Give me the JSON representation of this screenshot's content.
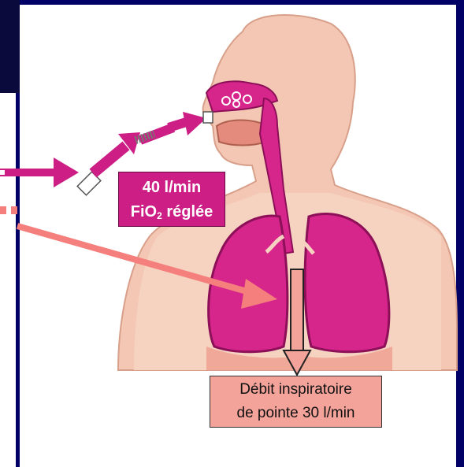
{
  "labels": {
    "flow_line1": "40 l/min",
    "flow_fio2_prefix": "FiO",
    "flow_fio2_sub": "2",
    "flow_fio2_suffix": " réglée",
    "peak_line1": "Débit inspiratoire",
    "peak_line2": "de pointe 30 l/min"
  },
  "colors": {
    "background_navy": "#000066",
    "panel_white": "#ffffff",
    "skin": "#f4c7b4",
    "magenta": "#cc1e84",
    "lung_pink": "#d6268c",
    "salmon_arrow": "#f47f7c",
    "peak_box": "#f4a39b"
  },
  "icons": [
    "nasal-cannula-icon",
    "flow-arrow-icon",
    "lungs-icon",
    "head-icon"
  ]
}
